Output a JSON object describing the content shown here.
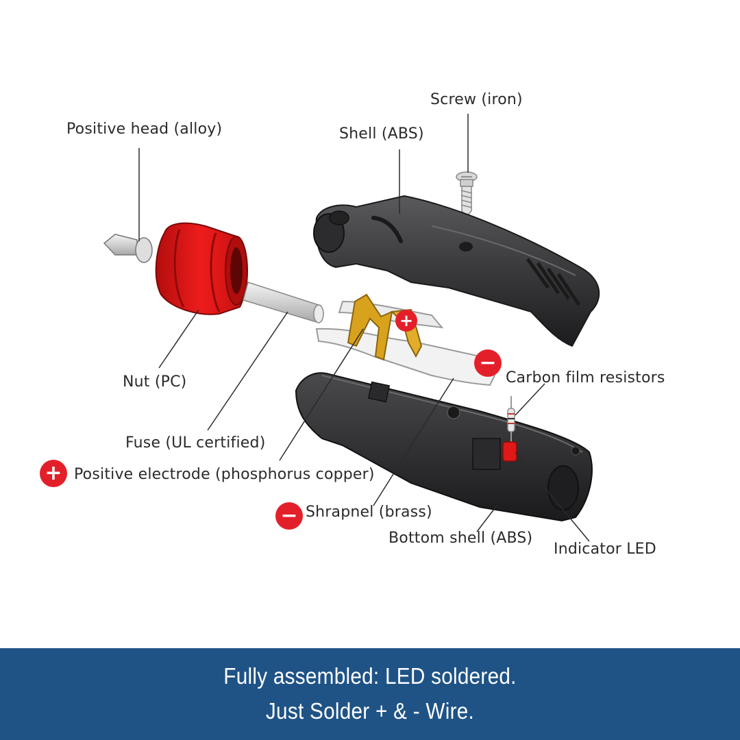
{
  "labels": {
    "screw": "Screw (iron)",
    "positive_head": "Positive head (alloy)",
    "shell": "Shell (ABS)",
    "nut": "Nut (PC)",
    "carbon_resistors": "Carbon film resistors",
    "fuse": "Fuse (UL certified)",
    "positive_electrode": "Positive electrode (phosphorus copper)",
    "shrapnel": "Shrapnel (brass)",
    "bottom_shell": "Bottom shell (ABS)",
    "indicator_led": "Indicator LED"
  },
  "badges": {
    "plus": "+",
    "minus": "−"
  },
  "banner": {
    "line1": "Fully assembled: LED soldered.",
    "line2": "Just Solder + & - Wire."
  },
  "colors": {
    "accent_red": "#e3202a",
    "banner_blue": "#1f5386",
    "shell_dark": "#3a3a3c",
    "brass": "#d9a21d"
  }
}
